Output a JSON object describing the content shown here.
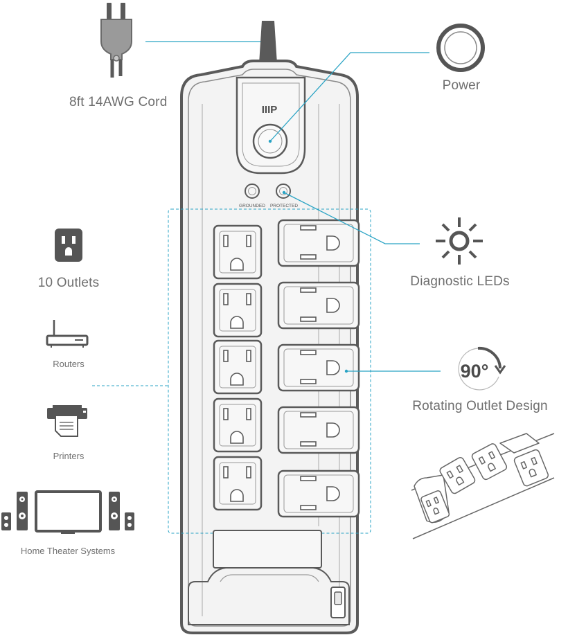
{
  "brand": {
    "logo_text": "IIIP"
  },
  "features": {
    "cord_label": "8ft 14AWG Cord",
    "power_label": "Power",
    "outlets_label": "10 Outlets",
    "diagnostic_label": "Diagnostic LEDs",
    "rotating_label": "Rotating Outlet Design",
    "rotation_degrees": "90°"
  },
  "devices": {
    "routers_label": "Routers",
    "printers_label": "Printers",
    "home_theater_label": "Home Theater Systems"
  },
  "leds": {
    "grounded_label": "GROUNDED",
    "protected_label": "PROTECTED"
  },
  "colors": {
    "accent": "#29a3c4",
    "stroke": "#5c5c5c",
    "fill": "#f5f5f5"
  }
}
